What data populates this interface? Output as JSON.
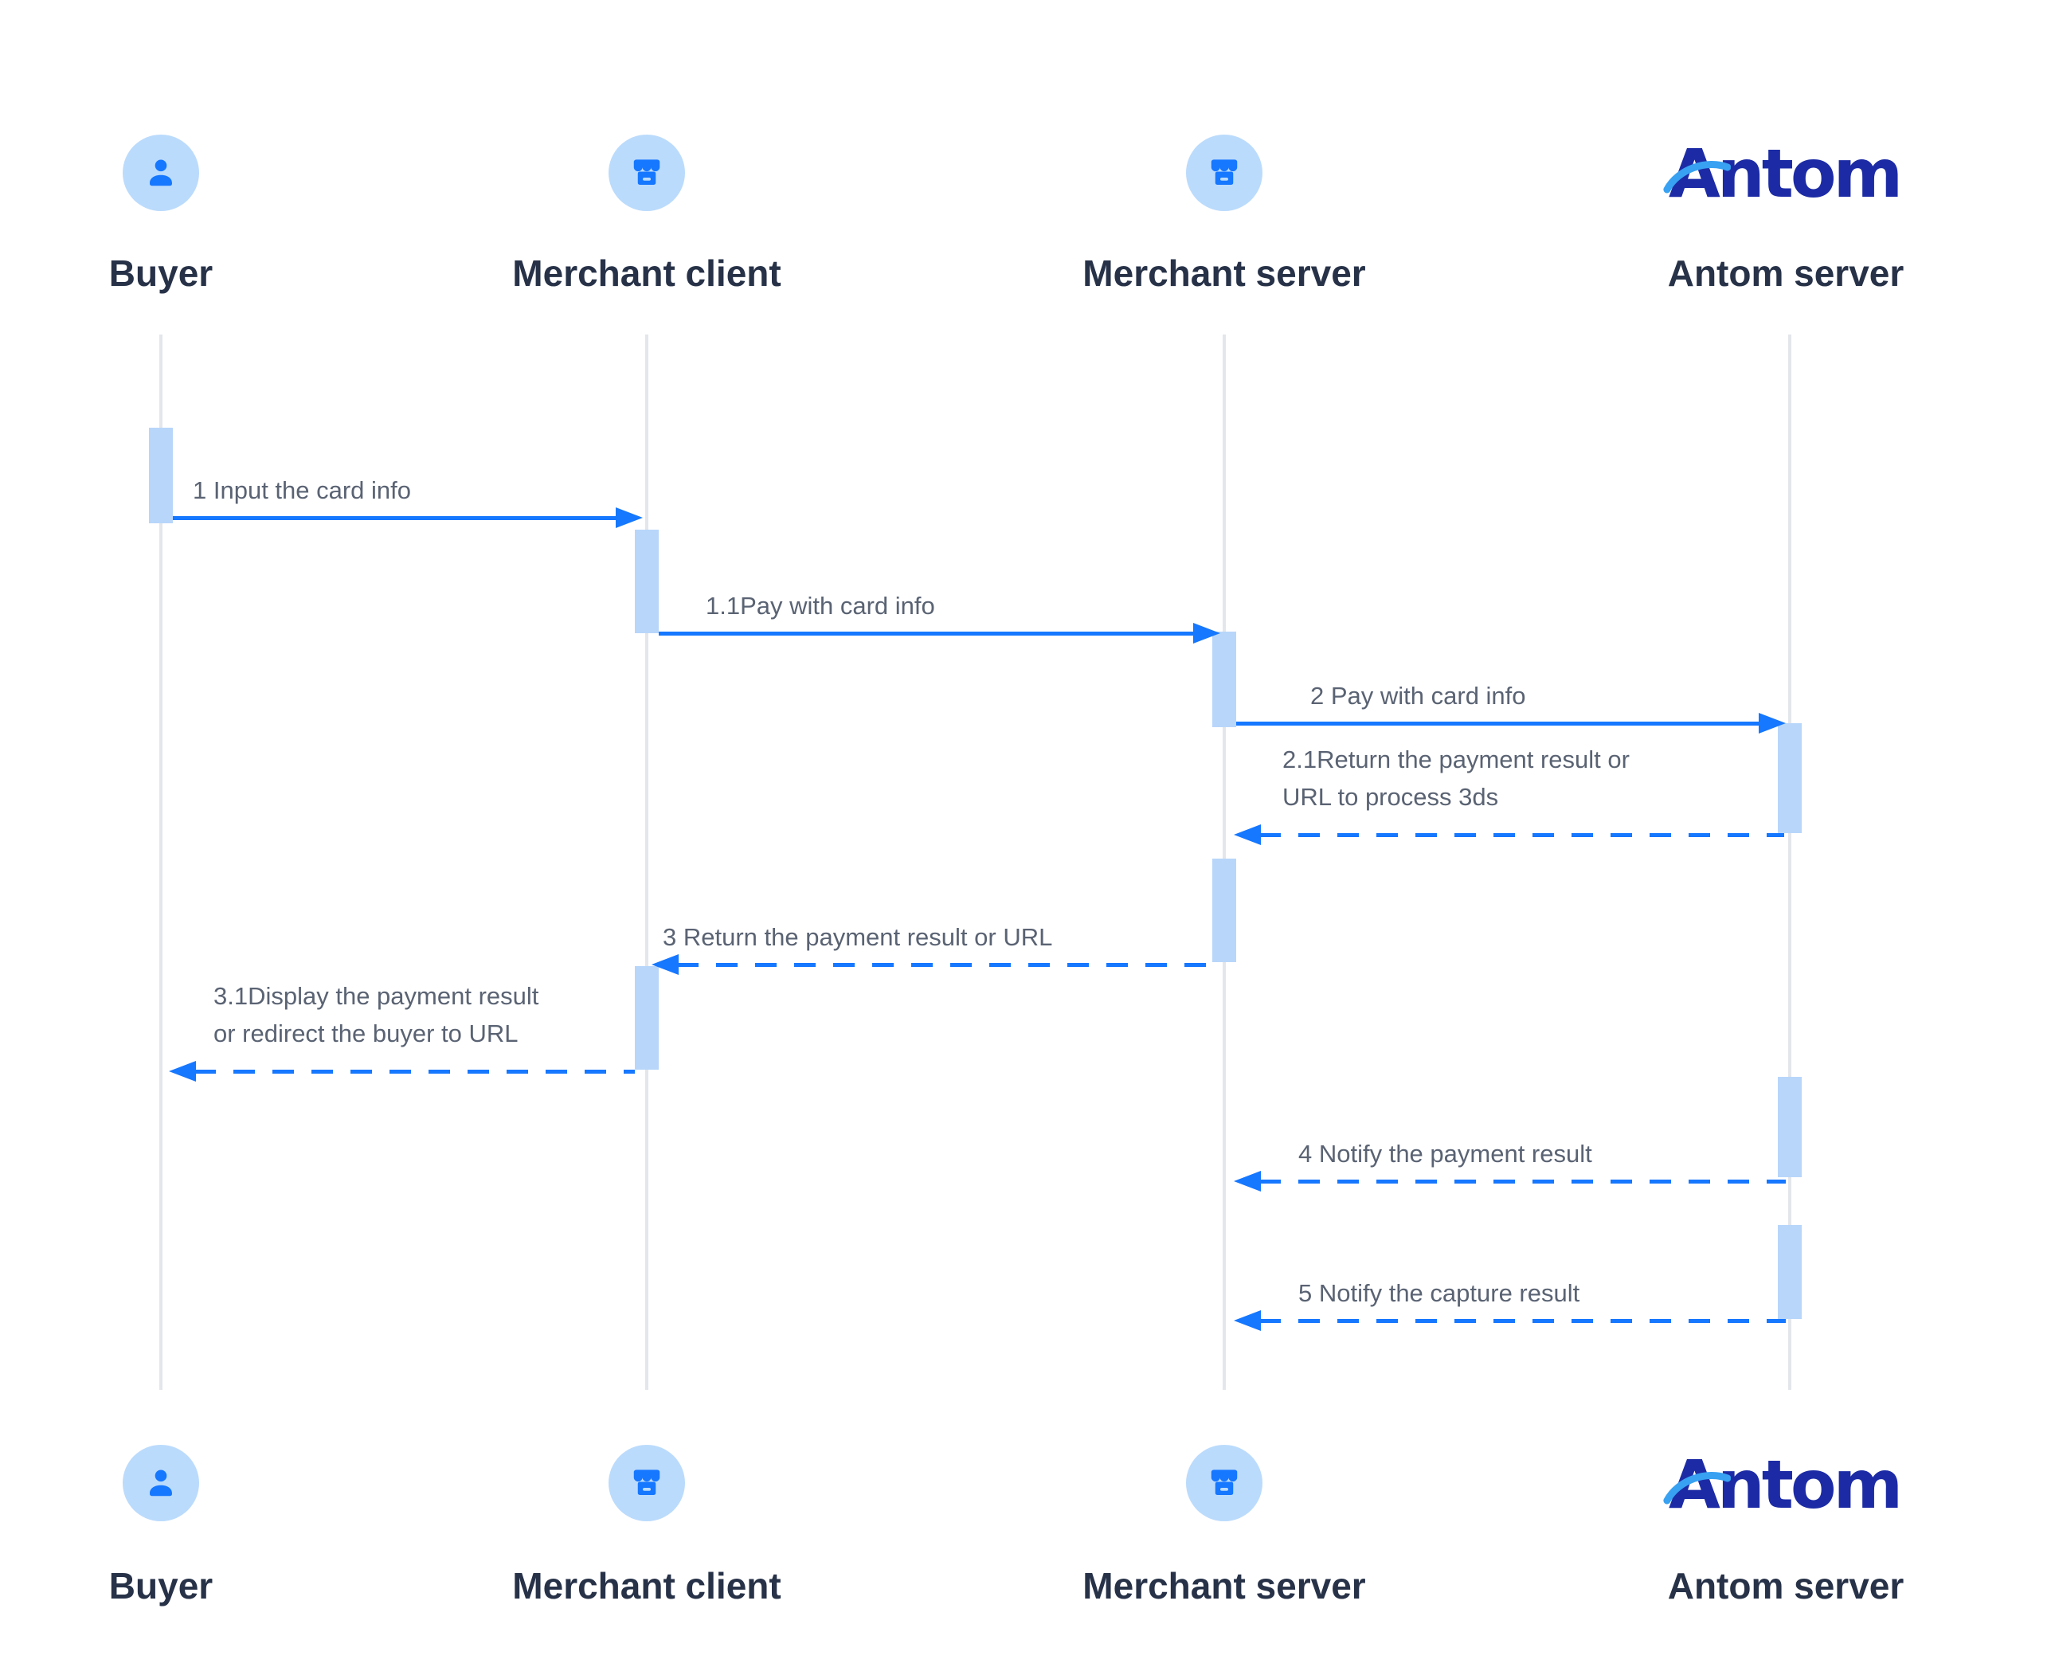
{
  "colors": {
    "accent_blue": "#1677FF",
    "activation_fill": "#B8D6FA",
    "lifeline_gray": "#E3E6EA",
    "message_text": "#5A6373",
    "actor_label_text": "#273248",
    "antom_navy": "#1C2BA5",
    "antom_swoosh": "#38A1F1",
    "icon_circle_bg": "#BBDBFC"
  },
  "actors": [
    {
      "id": "buyer",
      "label": "Buyer",
      "icon": "person-icon"
    },
    {
      "id": "merchant-client",
      "label": "Merchant client",
      "icon": "store-icon"
    },
    {
      "id": "merchant-server",
      "label": "Merchant server",
      "icon": "store-icon"
    },
    {
      "id": "antom-server",
      "label": "Antom server",
      "icon": "antom-logo",
      "logo_text": "Antom"
    }
  ],
  "messages": [
    {
      "seq": "1",
      "label": "1 Input the card info",
      "from": "buyer",
      "to": "merchant-client",
      "line": "solid"
    },
    {
      "seq": "1.1",
      "label": "1.1Pay with card info",
      "from": "merchant-client",
      "to": "merchant-server",
      "line": "solid"
    },
    {
      "seq": "2",
      "label": "2 Pay with card info",
      "from": "merchant-server",
      "to": "antom-server",
      "line": "solid"
    },
    {
      "seq": "2.1",
      "label": "2.1Return the payment result or\nURL to process 3ds",
      "from": "antom-server",
      "to": "merchant-server",
      "line": "dashed"
    },
    {
      "seq": "3",
      "label": "3 Return the payment result or URL",
      "from": "merchant-server",
      "to": "merchant-client",
      "line": "dashed"
    },
    {
      "seq": "3.1",
      "label": "3.1Display the payment result\nor redirect the buyer to URL",
      "from": "merchant-client",
      "to": "buyer",
      "line": "dashed"
    },
    {
      "seq": "4",
      "label": "4 Notify the payment result",
      "from": "antom-server",
      "to": "merchant-server",
      "line": "dashed"
    },
    {
      "seq": "5",
      "label": "5 Notify the capture result",
      "from": "antom-server",
      "to": "merchant-server",
      "line": "dashed"
    }
  ]
}
